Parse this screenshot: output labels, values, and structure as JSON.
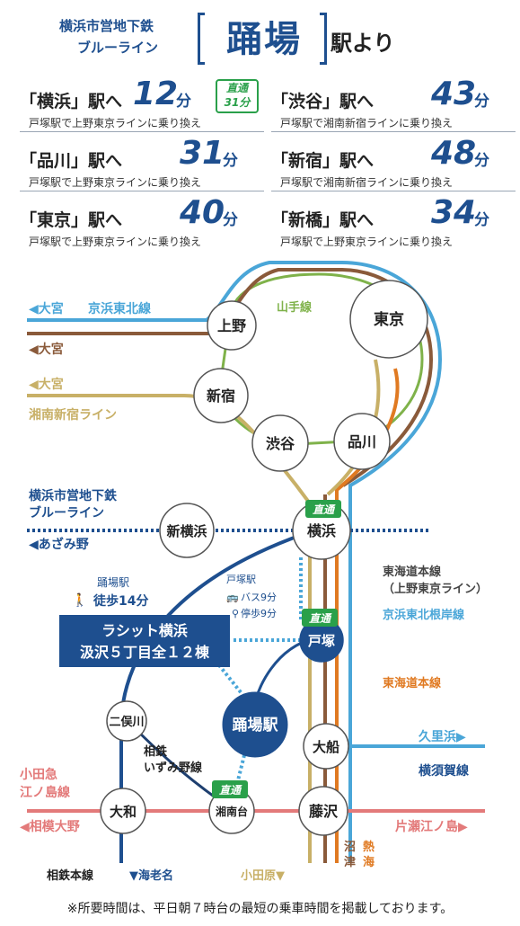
{
  "header": {
    "line_name_1": "横浜市営地下鉄",
    "line_name_2": "ブルーライン",
    "station": "踊場",
    "suffix": "駅より"
  },
  "times": [
    {
      "dest": "「横浜」駅へ",
      "minutes": "12",
      "unit": "分",
      "note": "戸塚駅で上野東京ラインに乗り換え",
      "direct_1": "直通",
      "direct_2": "31分"
    },
    {
      "dest": "「渋谷」駅へ",
      "minutes": "43",
      "unit": "分",
      "note": "戸塚駅で湘南新宿ラインに乗り換え"
    },
    {
      "dest": "「品川」駅へ",
      "minutes": "31",
      "unit": "分",
      "note": "戸塚駅で上野東京ラインに乗り換え"
    },
    {
      "dest": "「新宿」駅へ",
      "minutes": "48",
      "unit": "分",
      "note": "戸塚駅で湘南新宿ラインに乗り換え"
    },
    {
      "dest": "「東京」駅へ",
      "minutes": "40",
      "unit": "分",
      "note": "戸塚駅で上野東京ラインに乗り換え"
    },
    {
      "dest": "「新橋」駅へ",
      "minutes": "34",
      "unit": "分",
      "note": "戸塚駅で上野東京ラインに乗り換え"
    }
  ],
  "map": {
    "stations": {
      "ueno": "上野",
      "tokyo": "東京",
      "shinjuku": "新宿",
      "shibuya": "渋谷",
      "shinagawa": "品川",
      "shinyokohama": "新横浜",
      "yokohama": "横浜",
      "totsuka": "戸塚",
      "odoriba": "踊場駅",
      "futamatagawa": "二俣川",
      "ofuna": "大船",
      "yamato": "大和",
      "shonandai": "湘南台",
      "fujisawa": "藤沢"
    },
    "labels": {
      "omiya1": "◀大宮",
      "keihin_tohoku": "京浜東北線",
      "omiya2": "◀大宮",
      "omiya3": "◀大宮",
      "shonan_shinjuku": "湘南新宿ライン",
      "yamanote": "山手線",
      "blue_line_1": "横浜市営地下鉄",
      "blue_line_2": "ブルーライン",
      "azamino": "◀あざみ野",
      "odoriba_walk_1": "踊場駅",
      "odoriba_walk_2": "徒歩14分",
      "totsuka_access_1": "戸塚駅",
      "totsuka_access_2": "バス9分",
      "totsuka_access_3": "停歩9分",
      "tokaido_ueno_1": "東海道本線",
      "tokaido_ueno_2": "（上野東京ライン）",
      "negishi": "京浜東北根岸線",
      "tokaido": "東海道本線",
      "kurihama": "久里浜▶",
      "yokosuka": "横須賀線",
      "sotetsu_izumino_1": "相鉄",
      "sotetsu_izumino_2": "いずみ野線",
      "odakyu_1": "小田急",
      "odakyu_2": "江ノ島線",
      "sagami_ono": "◀相模大野",
      "katase": "片瀬江ノ島▶",
      "sotetsu_honsen": "相鉄本線",
      "ebina": "▼海老名",
      "odawara": "小田原▼",
      "numazu_1": "沼",
      "numazu_2": "津",
      "atami_1": "熱",
      "atami_2": "海",
      "direct": "直通"
    },
    "property": {
      "name": "ラシット横浜",
      "address": "汲沢５丁目全１２棟"
    },
    "colors": {
      "keihin_tohoku": "#4aa6d8",
      "utsunomiya": "#8a5a3a",
      "shonan": "#c8b067",
      "yamanote": "#7fb24a",
      "tokaido": "#e07a22",
      "blue_line": "#1e4f8f",
      "odakyu": "#e37a7a",
      "sotetsu": "#1e3f6f",
      "direct": "#2aa04a"
    }
  },
  "footer": "※所要時間は、平日朝７時台の最短の乗車時間を掲載しております。"
}
